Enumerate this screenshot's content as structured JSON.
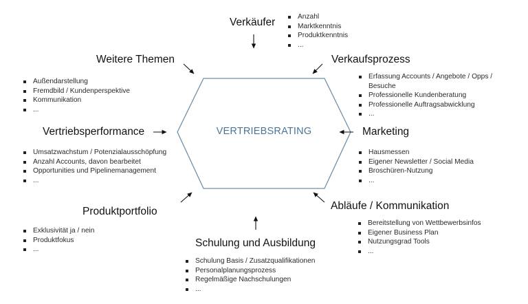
{
  "center": {
    "label": "VERTRIEBSRATING"
  },
  "topics": {
    "verkaeufer": {
      "title": "Verkäufer",
      "items": [
        "Anzahl",
        "Marktkenntnis",
        "Produktkenntnis",
        "..."
      ]
    },
    "weitere_themen": {
      "title": "Weitere Themen",
      "items": [
        "Außendarstellung",
        "Fremdbild / Kundenperspektive",
        "Kommunikation",
        "..."
      ]
    },
    "verkaufsprozess": {
      "title": "Verkaufsprozess",
      "items": [
        "Erfassung Accounts / Angebote / Opps / Besuche",
        "Professionelle Kundenberatung",
        "Professionelle Auftragsabwicklung",
        "..."
      ]
    },
    "vertriebsperformance": {
      "title": "Vertriebsperformance",
      "items": [
        "Umsatzwachstum / Potenzialausschöpfung",
        "Anzahl Accounts, davon bearbeitet",
        "Opportunities und Pipelinemanagement",
        "..."
      ]
    },
    "marketing": {
      "title": "Marketing",
      "items": [
        "Hausmessen",
        "Eigener Newsletter / Social Media",
        "Broschüren-Nutzung",
        "..."
      ]
    },
    "produktportfolio": {
      "title": "Produktportfolio",
      "items": [
        "Exklusivität ja / nein",
        "Produktfokus",
        "..."
      ]
    },
    "ablaeufe": {
      "title": "Abläufe / Kommunikation",
      "items": [
        "Bereitstellung von Wettbewerbsinfos",
        "Eigener Business Plan",
        "Nutzungsgrad Tools",
        "..."
      ]
    },
    "schulung": {
      "title": "Schulung und Ausbildung",
      "items": [
        "Schulung Basis / Zusatzqualifikationen",
        "Personalplanungsprozess",
        "Regelmäßige Nachschulungen",
        "..."
      ]
    }
  },
  "colors": {
    "hexagon_stroke": "#6f8fa8",
    "center_text": "#4a7596",
    "arrow": "#111111"
  }
}
